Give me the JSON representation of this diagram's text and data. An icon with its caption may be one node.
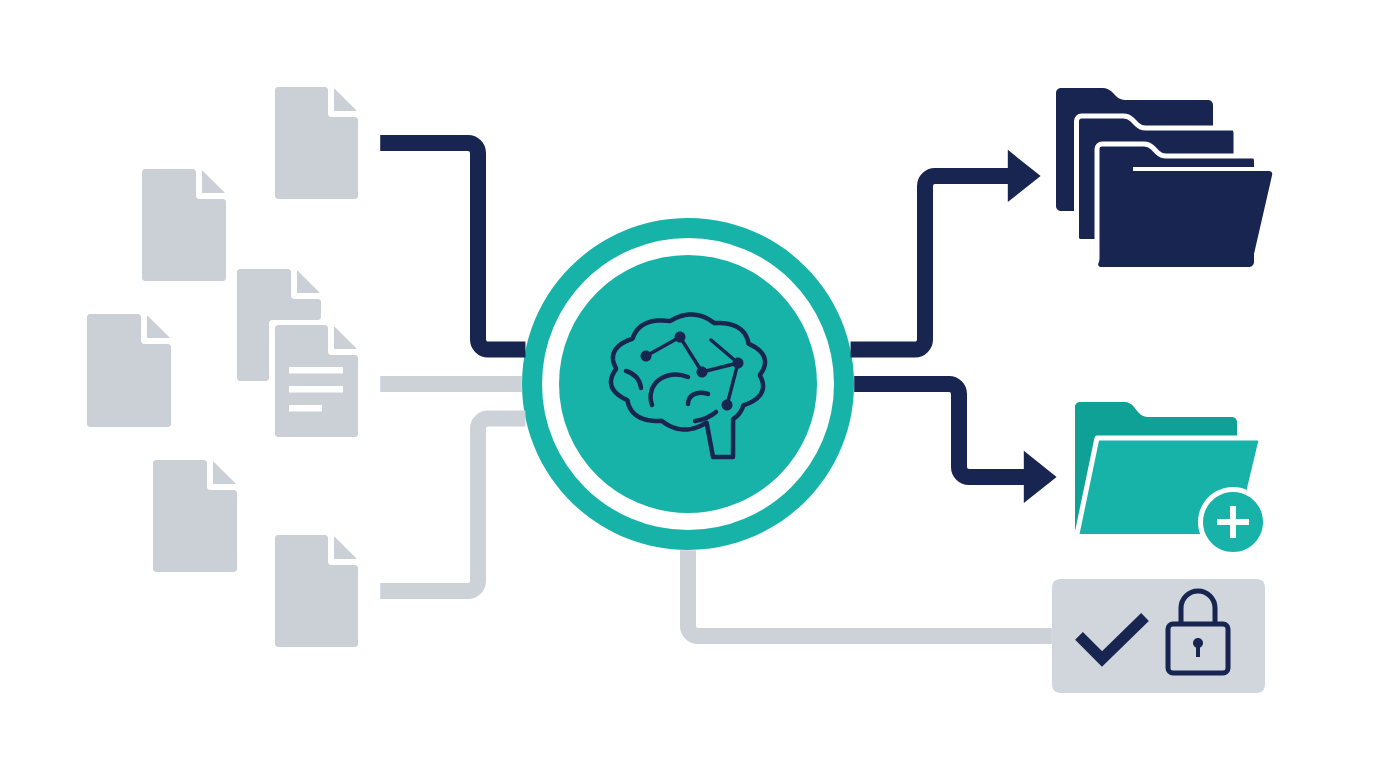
{
  "diagram": {
    "nodes": [
      {
        "text": [],
        "shape": "document"
      },
      {
        "text": [],
        "shape": "document"
      },
      {
        "text": [],
        "shape": "document"
      },
      {
        "text": [],
        "shape": "document"
      },
      {
        "text": [],
        "shape": "document"
      },
      {
        "text": [],
        "shape": "document"
      },
      {
        "text": [],
        "shape": "document"
      },
      {
        "text": [],
        "shape": "circle"
      },
      {
        "text": [],
        "shape": "folder"
      },
      {
        "text": [],
        "shape": "folder"
      },
      {
        "text": [],
        "shape": "box"
      }
    ],
    "edges": [
      {
        "from": 0,
        "to": 7,
        "arrow": "none"
      },
      {
        "from": 4,
        "to": 7,
        "arrow": "none",
        "color": "#cdd2d9"
      },
      {
        "from": 6,
        "to": 7,
        "arrow": "none",
        "color": "#cdd2d9"
      },
      {
        "from": 7,
        "to": 8,
        "arrow": "to"
      },
      {
        "from": 7,
        "to": 9,
        "arrow": "to"
      },
      {
        "from": 7,
        "to": 10,
        "arrow": "none",
        "color": "#cdd2d9"
      }
    ]
  }
}
